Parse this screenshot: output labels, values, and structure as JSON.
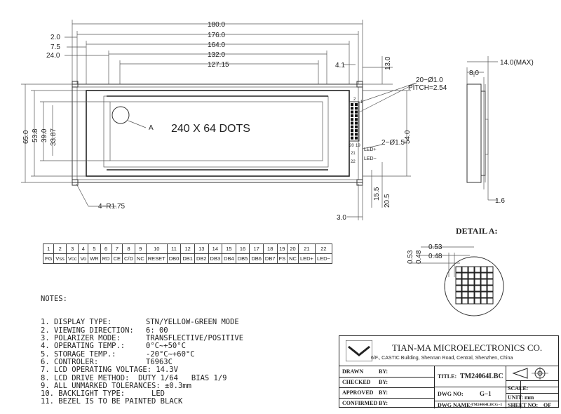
{
  "dimensions": {
    "width_180": "180.0",
    "width_176": "176.0",
    "width_164": "164.0",
    "width_132": "132.0",
    "width_127": "127.15",
    "left_2": "2.0",
    "left_75": "7.5",
    "left_24": "24.0",
    "right_41": "4.1",
    "right_13": "13.0",
    "h_650": "65.0",
    "h_538": "53.8",
    "h_390": "39.0",
    "h_3387": "33.87",
    "h_540": "54.0",
    "b_155": "15.5",
    "b_205": "20.5",
    "b_30": "3.0",
    "pins_label": "20−Ø1.0",
    "pitch_label": "PITCH=2.54",
    "hole_label": "2−Ø1.5",
    "radius_label": "4−R1.75",
    "dots_label": "240 X 64 DOTS",
    "detail_marker": "A",
    "side_80": "8.0",
    "side_140": "14.0(MAX)",
    "side_16": "1.6",
    "pin_1": "1",
    "pin_2": "2",
    "pin_19": "19",
    "pin_20": "20",
    "pin_21": "21",
    "pin_22": "22",
    "led_plus": "LED+",
    "led_minus": "LED−",
    "detail_053": "0.53",
    "detail_048": "0.48"
  },
  "detail": {
    "title": "DETAIL A:"
  },
  "pin_table": {
    "numbers": [
      "1",
      "2",
      "3",
      "4",
      "5",
      "6",
      "7",
      "8",
      "9",
      "10",
      "11",
      "12",
      "13",
      "14",
      "15",
      "16",
      "17",
      "18",
      "19",
      "20",
      "21",
      "22"
    ],
    "signals": [
      "FG",
      "Vss",
      "Vcc",
      "Vo",
      "WR",
      "RD",
      "CE",
      "C/D",
      "NC",
      "RESET",
      "DB0",
      "DB1",
      "DB2",
      "DB3",
      "DB4",
      "DB5",
      "DB6",
      "DB7",
      "FS",
      "NC",
      "LED+",
      "LED−"
    ]
  },
  "notes": {
    "heading": "NOTES:",
    "items": [
      {
        "label": "1. DISPLAY TYPE:",
        "value": "STN/YELLOW-GREEN MODE"
      },
      {
        "label": "2. VIEWING DIRECTION:",
        "value": "6: 00"
      },
      {
        "label": "3. POLARIZER MODE:",
        "value": "TRANSFLECTIVE/POSITIVE"
      },
      {
        "label": "4. OPERATING TEMP.:",
        "value": "0°C~+50°C"
      },
      {
        "label": "5. STORAGE TEMP.:",
        "value": "-20°C~+60°C"
      },
      {
        "label": "6. CONTROLER:",
        "value": "T6963C"
      }
    ],
    "items_free": [
      "7. LCD OPERATING VOLTAGE: 14.3V",
      "8. LCD DRIVE METHOD:  DUTY 1/64   BIAS 1/9",
      "9. ALL UNMARKED TOLERANCES: ±0.3mm",
      "10. BACKLIGHT TYPE:      LED",
      "11. BEZEL IS TO BE PAINTED BLACK"
    ]
  },
  "title_block": {
    "company": "TIAN-MA MICROELECTRONICS CO.",
    "address": "6/F., CASTIC Building, Shennan Road, Central, Shenzhen, China",
    "drawn": "DRAWN",
    "checked": "CHECKED",
    "approved": "APPROVED",
    "confirmed": "CONFIRMED",
    "by": "BY:",
    "title_label": "TITLE:",
    "title_value": "TM24064LBC",
    "dwg_no_label": "DWG   NO:",
    "dwg_no_value": "G−1",
    "dwg_name_label": "DWG NAME:",
    "dwg_name_value": "TM24064LBCG−1",
    "scale_label": "SCALE:",
    "unit_label": "UNIT:",
    "unit_value": "mm",
    "sheet_label": "SHEET NO:",
    "sheet_value": "OF"
  }
}
